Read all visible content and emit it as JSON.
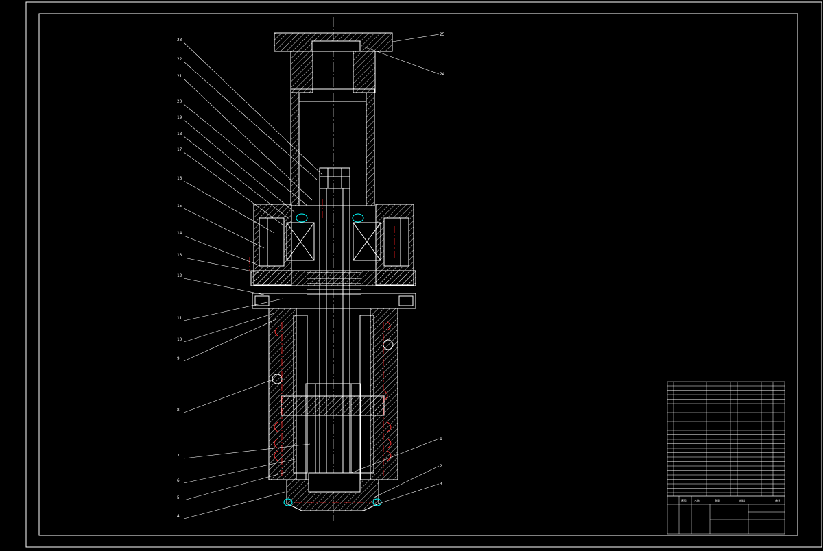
{
  "drawing": {
    "background": "#000000",
    "line_color": "#ffffff",
    "centerline_color": "#ff2020",
    "accent_color": "#00ffff",
    "title_green": "#2bff3a"
  },
  "callouts_left": [
    "23",
    "22",
    "21",
    "20",
    "19",
    "18",
    "17",
    "16",
    "15",
    "14",
    "13",
    "12",
    "11",
    "10",
    "9",
    "8",
    "7",
    "6",
    "5",
    "4"
  ],
  "callouts_right": [
    "25",
    "24",
    "1",
    "2",
    "3"
  ],
  "title_block": {
    "name": "",
    "company": "",
    "code": "",
    "material": "",
    "headers": [
      "序号",
      "名称",
      "数量",
      "材料",
      "备注"
    ]
  }
}
